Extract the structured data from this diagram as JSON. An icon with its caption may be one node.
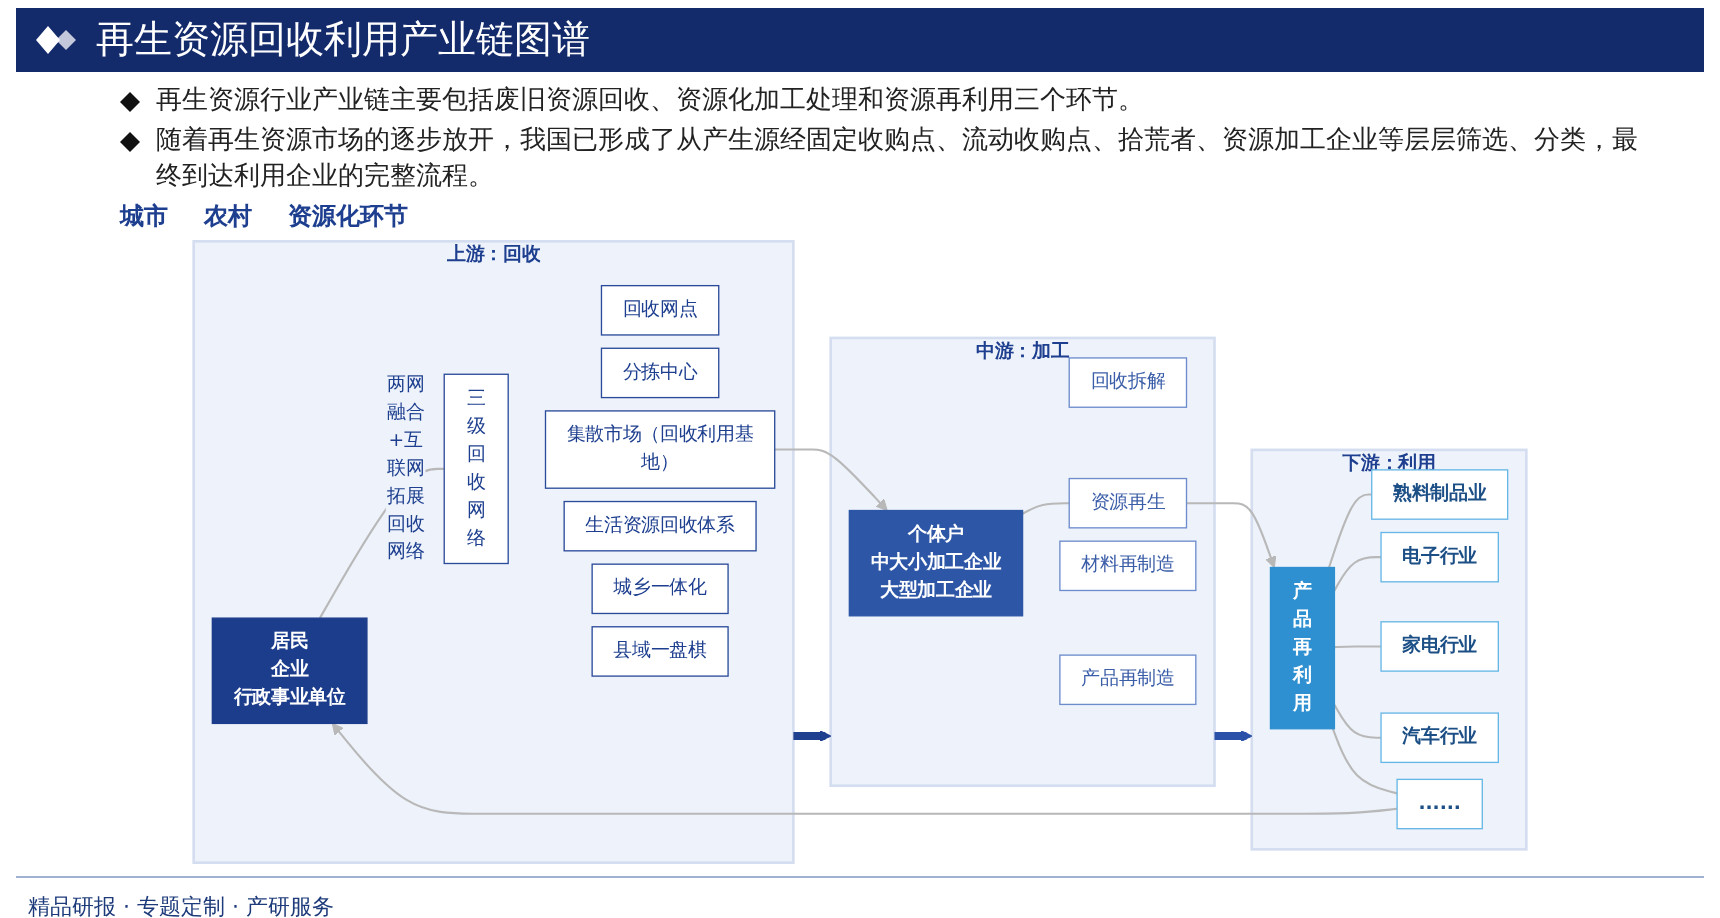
{
  "diagram": {
    "title": "再生资源回收利用产业链图谱",
    "nodes": [
      {
        "text": [
          "上游：回收"
        ]
      },
      {
        "text": [
          "居民",
          "企业",
          "行政事业单位"
        ],
        "in": 0
      },
      {
        "text": [
          "三级回收网络"
        ],
        "in": 0
      },
      {
        "text": [
          "回收网点"
        ],
        "in": 0
      },
      {
        "text": [
          "分拣中心"
        ],
        "in": 0
      },
      {
        "text": [
          "集散市场（回收利用基地）"
        ],
        "in": 0
      },
      {
        "text": [
          "生活资源回收体系"
        ],
        "in": 0
      },
      {
        "text": [
          "城乡一体化"
        ],
        "in": 0
      },
      {
        "text": [
          "县域一盘棋"
        ],
        "in": 0
      },
      {
        "text": [
          "中游：加工"
        ]
      },
      {
        "text": [
          "个体户",
          "中大小加工企业",
          "大型加工企业"
        ],
        "in": 9
      },
      {
        "text": [
          "回收拆解"
        ],
        "in": 9
      },
      {
        "text": [
          "资源再生"
        ],
        "in": 9
      },
      {
        "text": [
          "材料再制造"
        ],
        "in": 9
      },
      {
        "text": [
          "产品再制造"
        ],
        "in": 9
      },
      {
        "text": [
          "下游：利用"
        ]
      },
      {
        "text": [
          "产品再利用"
        ],
        "in": 15
      },
      {
        "text": [
          "熟料制品业"
        ],
        "in": 15
      },
      {
        "text": [
          "电子行业"
        ],
        "in": 15
      },
      {
        "text": [
          "家电行业"
        ],
        "in": 15
      },
      {
        "text": [
          "汽车行业"
        ],
        "in": 15
      },
      {
        "text": [
          "......"
        ],
        "in": 15
      }
    ],
    "edges": [
      {
        "from": 0,
        "to": 9,
        "arrow": "to",
        "style": "thick",
        "color": "#1f3f8f"
      },
      {
        "from": 9,
        "to": 15,
        "arrow": "to",
        "style": "thick",
        "color": "#2b52a8"
      },
      {
        "from": 1,
        "to": 2,
        "arrow": "none",
        "label": "两网融合+互联网拓展回收网络"
      },
      {
        "from": 5,
        "to": 10,
        "arrow": "to"
      },
      {
        "from": 10,
        "to": 12,
        "arrow": "none"
      },
      {
        "from": 12,
        "to": 16,
        "arrow": "to"
      },
      {
        "from": 16,
        "to": 17,
        "arrow": "none"
      },
      {
        "from": 16,
        "to": 18,
        "arrow": "none"
      },
      {
        "from": 16,
        "to": 19,
        "arrow": "none"
      },
      {
        "from": 16,
        "to": 20,
        "arrow": "none"
      },
      {
        "from": 16,
        "to": 21,
        "arrow": "none"
      },
      {
        "from": 21,
        "to": 1,
        "arrow": "to"
      }
    ],
    "labels": [
      "再生资源行业产业链主要包括废旧资源回收、资源化加工处理和资源再利用三个环节。",
      "随着再生资源市场的逐步放开，我国已形成了从产生源经固定收购点、流动收购点、拾荒者、资源加工企业等层层筛选、分类，最终到达利用企业的完整流程。",
      "城市",
      "农村",
      "资源化环节",
      "精品研报 · 专题定制 · 产研服务"
    ]
  }
}
